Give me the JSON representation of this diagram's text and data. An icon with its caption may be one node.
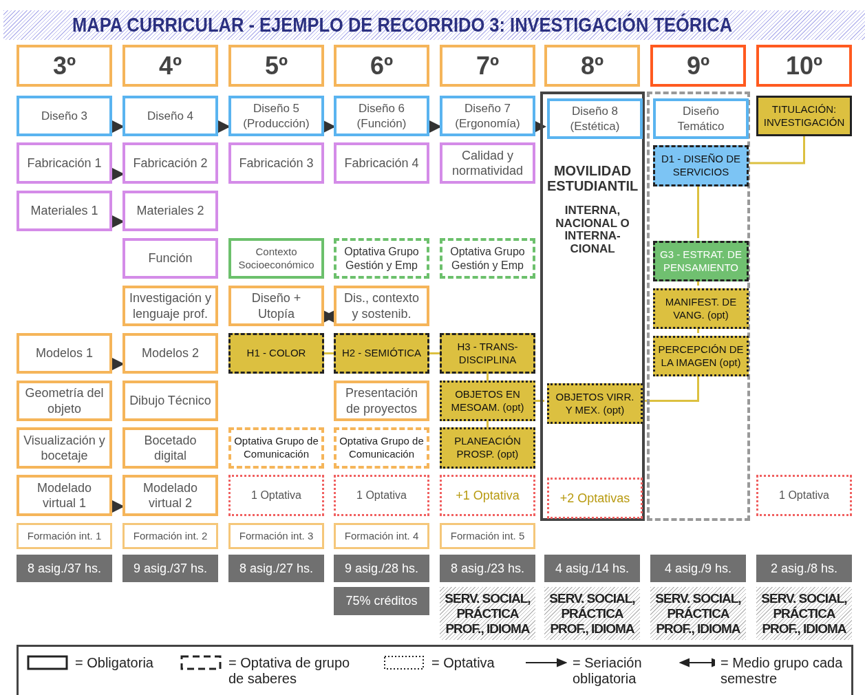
{
  "diagram": {
    "title": "MAPA CURRICULAR - EJEMPLO DE RECORRIDO 3: INVESTIGACIÓN TEÓRICA",
    "nodes": [
      {
        "text": [
          "3º"
        ]
      },
      {
        "text": [
          "4º"
        ]
      },
      {
        "text": [
          "5º"
        ]
      },
      {
        "text": [
          "6º"
        ]
      },
      {
        "text": [
          "7º"
        ]
      },
      {
        "text": [
          "8º"
        ]
      },
      {
        "text": [
          "9º"
        ]
      },
      {
        "text": [
          "10º"
        ]
      },
      {
        "text": [
          "MOVILIDAD ESTUDIANTIL",
          "INTERNA, NACIONAL O INTERNA-CIONAL"
        ]
      },
      {
        "text": [],
        "shape": "box"
      },
      {
        "text": [
          "Diseño 3"
        ]
      },
      {
        "text": [
          "Diseño 4"
        ]
      },
      {
        "text": [
          "Diseño 5 (Producción)"
        ]
      },
      {
        "text": [
          "Diseño 6 (Función)"
        ]
      },
      {
        "text": [
          "Diseño 7 (Ergonomía)"
        ]
      },
      {
        "text": [
          "Diseño 8 (Estética)"
        ],
        "in": 8
      },
      {
        "text": [
          "Diseño Temático"
        ],
        "in": 9
      },
      {
        "text": [
          "TITULACIÓN: INVESTIGACIÓN"
        ]
      },
      {
        "text": [
          "Fabricación 1"
        ]
      },
      {
        "text": [
          "Fabricación 2"
        ]
      },
      {
        "text": [
          "Fabricación 3"
        ]
      },
      {
        "text": [
          "Fabricación 4"
        ]
      },
      {
        "text": [
          "Calidad y normatividad"
        ]
      },
      {
        "text": [
          "D1 - DISEÑO DE SERVICIOS"
        ],
        "in": 9
      },
      {
        "text": [
          "Materiales 1"
        ]
      },
      {
        "text": [
          "Materiales 2"
        ]
      },
      {
        "text": [
          "Función"
        ]
      },
      {
        "text": [
          "Contexto Socioeconómico"
        ]
      },
      {
        "text": [
          "Optativa Grupo Gestión y Emp"
        ]
      },
      {
        "text": [
          "Optativa Grupo Gestión y Emp"
        ]
      },
      {
        "text": [
          "G3 - ESTRAT. DE PENSAMIENTO"
        ],
        "in": 9
      },
      {
        "text": [
          "Investigación y lenguaje prof."
        ]
      },
      {
        "text": [
          "Diseño + Utopía"
        ]
      },
      {
        "text": [
          "Dis., contexto y sostenib."
        ]
      },
      {
        "text": [
          "MANIFEST. DE VANG. (opt)"
        ],
        "in": 9
      },
      {
        "text": [
          "Modelos 1"
        ]
      },
      {
        "text": [
          "Modelos 2"
        ]
      },
      {
        "text": [
          "H1 - COLOR"
        ]
      },
      {
        "text": [
          "H2 - SEMIÓTICA"
        ]
      },
      {
        "text": [
          "H3 - TRANS-DISCIPLINA"
        ]
      },
      {
        "text": [
          "PERCEPCIÓN DE LA IMAGEN (opt)"
        ],
        "in": 9
      },
      {
        "text": [
          "Geometría del objeto"
        ]
      },
      {
        "text": [
          "Dibujo Técnico"
        ]
      },
      {
        "text": [
          "Presentación de proyectos"
        ]
      },
      {
        "text": [
          "OBJETOS EN MESOAM. (opt)"
        ]
      },
      {
        "text": [
          "OBJETOS VIRR. Y MEX. (opt)"
        ],
        "in": 8
      },
      {
        "text": [
          "Visualización y bocetaje"
        ]
      },
      {
        "text": [
          "Bocetado digital"
        ]
      },
      {
        "text": [
          "Optativa Grupo de Comunicación"
        ]
      },
      {
        "text": [
          "Optativa Grupo de Comunicación"
        ]
      },
      {
        "text": [
          "PLANEACIÓN PROSP. (opt)"
        ]
      },
      {
        "text": [
          "Modelado virtual 1"
        ]
      },
      {
        "text": [
          "Modelado virtual 2"
        ]
      },
      {
        "text": [
          "1 Optativa"
        ]
      },
      {
        "text": [
          "1 Optativa"
        ]
      },
      {
        "text": [
          "+1 Optativa"
        ]
      },
      {
        "text": [
          "+2 Optativas"
        ],
        "in": 8
      },
      {
        "text": [
          "1 Optativa"
        ]
      },
      {
        "text": [
          "Formación int. 1"
        ]
      },
      {
        "text": [
          "Formación int. 2"
        ]
      },
      {
        "text": [
          "Formación int. 3"
        ]
      },
      {
        "text": [
          "Formación int. 4"
        ]
      },
      {
        "text": [
          "Formación int. 5"
        ]
      },
      {
        "text": [
          "8 asig./37 hs."
        ]
      },
      {
        "text": [
          "9 asig./37 hs."
        ]
      },
      {
        "text": [
          "8 asig./27 hs."
        ]
      },
      {
        "text": [
          "9 asig./28 hs."
        ]
      },
      {
        "text": [
          "8 asig./23 hs."
        ]
      },
      {
        "text": [
          "4 asig./14 hs."
        ]
      },
      {
        "text": [
          "4 asig./9 hs."
        ]
      },
      {
        "text": [
          "2 asig./8 hs."
        ]
      },
      {
        "text": [
          "75% créditos"
        ]
      },
      {
        "text": [
          "SERV. SOCIAL, PRÁCTICA PROF., IDIOMA"
        ]
      },
      {
        "text": [
          "SERV. SOCIAL, PRÁCTICA PROF., IDIOMA"
        ]
      },
      {
        "text": [
          "SERV. SOCIAL, PRÁCTICA PROF., IDIOMA"
        ]
      },
      {
        "text": [
          "SERV. SOCIAL, PRÁCTICA PROF., IDIOMA"
        ]
      }
    ],
    "edges": [
      {
        "from": 10,
        "to": 11,
        "arrow": "to"
      },
      {
        "from": 11,
        "to": 12,
        "arrow": "to"
      },
      {
        "from": 12,
        "to": 13,
        "arrow": "to"
      },
      {
        "from": 13,
        "to": 14,
        "arrow": "to"
      },
      {
        "from": 14,
        "to": 15,
        "arrow": "to"
      },
      {
        "from": 18,
        "to": 19,
        "arrow": "to"
      },
      {
        "from": 24,
        "to": 25,
        "arrow": "to"
      },
      {
        "from": 35,
        "to": 36,
        "arrow": "to"
      },
      {
        "from": 51,
        "to": 52,
        "arrow": "to"
      },
      {
        "from": 32,
        "to": 33,
        "arrow": "both"
      },
      {
        "from": 37,
        "to": 38,
        "arrow": "none",
        "color": "#dcc040"
      },
      {
        "from": 38,
        "to": 39,
        "arrow": "none",
        "color": "#dcc040"
      },
      {
        "from": 39,
        "to": 44,
        "arrow": "none",
        "color": "#dcc040"
      },
      {
        "from": 44,
        "to": 45,
        "arrow": "none",
        "color": "#dcc040"
      },
      {
        "from": 44,
        "to": 50,
        "arrow": "none",
        "color": "#dcc040"
      },
      {
        "from": 45,
        "to": 40,
        "arrow": "none",
        "color": "#dcc040"
      },
      {
        "from": 40,
        "to": 34,
        "arrow": "none",
        "color": "#dcc040"
      },
      {
        "from": 34,
        "to": 30,
        "arrow": "none",
        "color": "#dcc040"
      },
      {
        "from": 30,
        "to": 23,
        "arrow": "none",
        "color": "#dcc040"
      },
      {
        "from": 23,
        "to": 17,
        "arrow": "none",
        "color": "#dcc040"
      }
    ],
    "legend": [
      {
        "text": "= Obligatoria"
      },
      {
        "text": "= Optativa de grupo de saberes"
      },
      {
        "text": "= Optativa"
      },
      {
        "text": "= Seriación obligatoria"
      },
      {
        "text": "= Medio grupo cada semestre"
      }
    ]
  }
}
